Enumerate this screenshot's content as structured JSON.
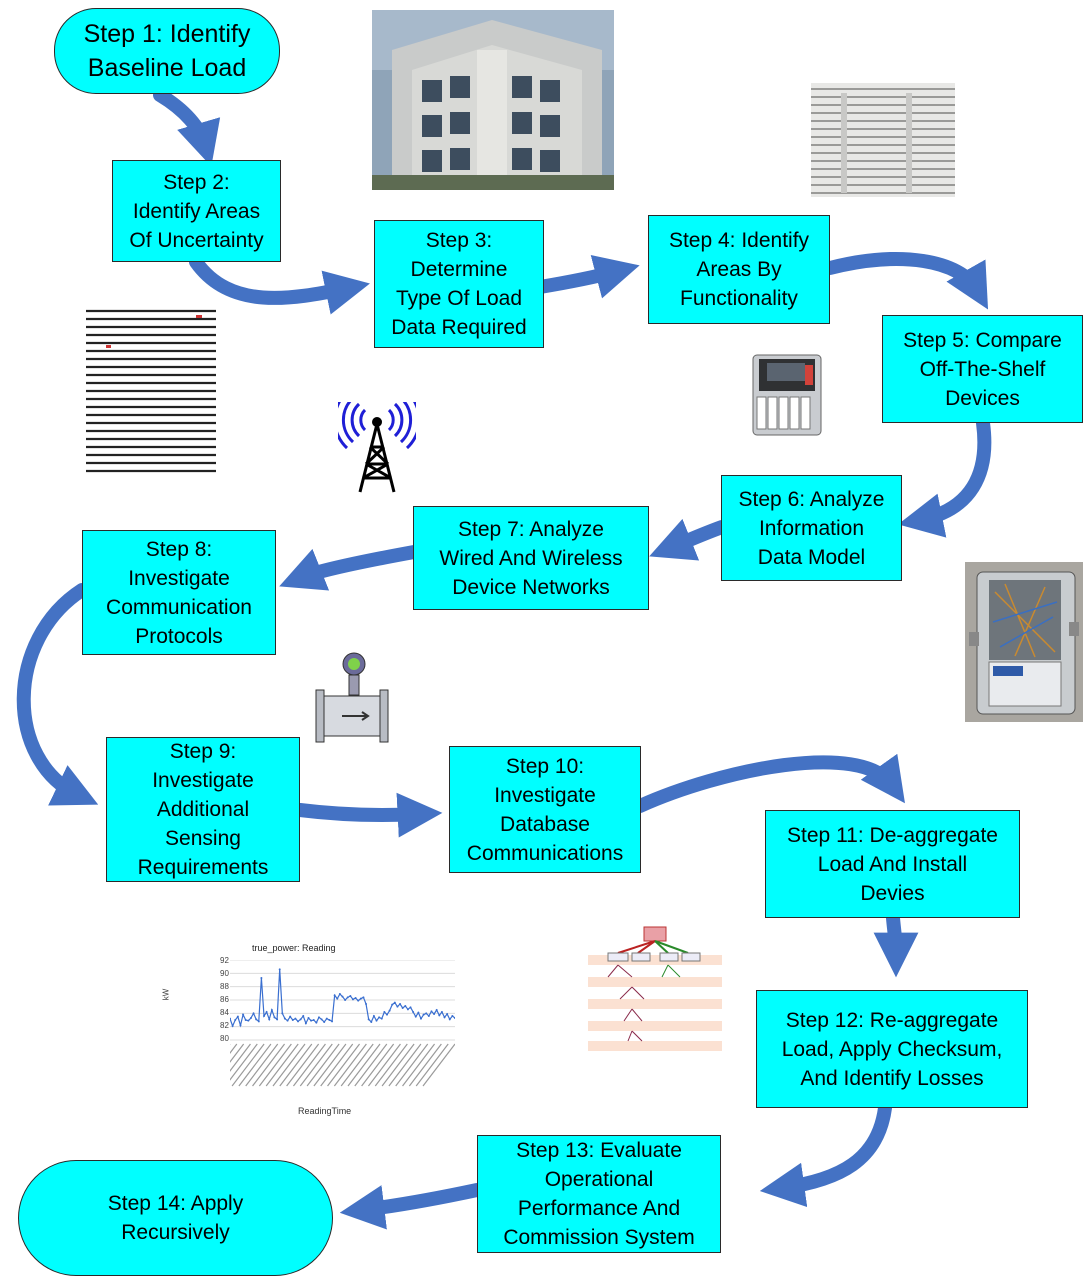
{
  "colors": {
    "box_fill": "#00ffff",
    "box_border": "#2a2a2a",
    "arrow": "#4472c4"
  },
  "steps": [
    {
      "label": "Step 1: Identify\nBaseline Load"
    },
    {
      "label": "Step 2:\nIdentify Areas\nOf Uncertainty"
    },
    {
      "label": "Step 3:\nDetermine\nType Of Load\nData Required"
    },
    {
      "label": "Step 4: Identify\nAreas By\nFunctionality"
    },
    {
      "label": "Step 5: Compare\nOff-The-Shelf\nDevices"
    },
    {
      "label": "Step 6: Analyze\nInformation\nData Model"
    },
    {
      "label": "Step 7: Analyze\nWired And Wireless\nDevice Networks"
    },
    {
      "label": "Step 8:\nInvestigate\nCommunication\nProtocols"
    },
    {
      "label": "Step 9:\nInvestigate\nAdditional\nSensing\nRequirements"
    },
    {
      "label": "Step 10:\nInvestigate\nDatabase\nCommunications"
    },
    {
      "label": "Step 11: De-aggregate\nLoad And Install\nDevies"
    },
    {
      "label": "Step 12: Re-aggregate\nLoad, Apply Checksum,\nAnd Identify Losses"
    },
    {
      "label": "Step 13: Evaluate\nOperational\nPerformance And\nCommission System"
    },
    {
      "label": "Step 14: Apply\nRecursively"
    }
  ],
  "chart": {
    "title": "true_power: Reading",
    "ylabel": "kW",
    "xlabel": "ReadingTime",
    "y_ticks": [
      "92",
      "90",
      "88",
      "86",
      "84",
      "82",
      "80"
    ]
  },
  "chart_data": {
    "type": "line",
    "title": "true_power: Reading",
    "ylabel": "kW",
    "xlabel": "ReadingTime",
    "ylim": [
      80,
      92
    ],
    "series": [
      {
        "values": [
          83.2,
          82.1,
          83.0,
          83.5,
          82.2,
          83.8,
          83.0,
          82.9,
          83.3,
          84.0,
          83.1,
          82.8,
          89.3,
          83.6,
          84.2,
          83.1,
          84.5,
          83.4,
          83.1,
          90.6,
          84.0,
          83.2,
          82.9,
          83.5,
          83.0,
          83.2,
          82.8,
          83.1,
          83.6,
          82.5,
          83.3,
          82.9,
          83.0,
          82.6,
          83.4,
          83.1,
          82.7,
          83.2,
          83.0,
          82.8,
          86.7,
          86.2,
          86.9,
          86.5,
          86.0,
          86.4,
          86.6,
          86.1,
          86.3,
          85.9,
          86.2,
          86.4,
          85.4,
          83.1,
          82.7,
          83.6,
          82.9,
          83.4,
          83.2,
          84.2,
          83.8,
          84.4,
          85.3,
          85.6,
          85.0,
          85.4,
          84.8,
          85.1,
          84.6,
          84.9,
          84.2,
          83.5,
          84.1,
          83.2,
          83.8,
          84.0,
          83.6,
          84.3,
          83.9,
          84.5,
          83.7,
          84.2,
          83.4,
          83.9,
          83.1,
          83.6,
          83.3
        ]
      }
    ]
  }
}
